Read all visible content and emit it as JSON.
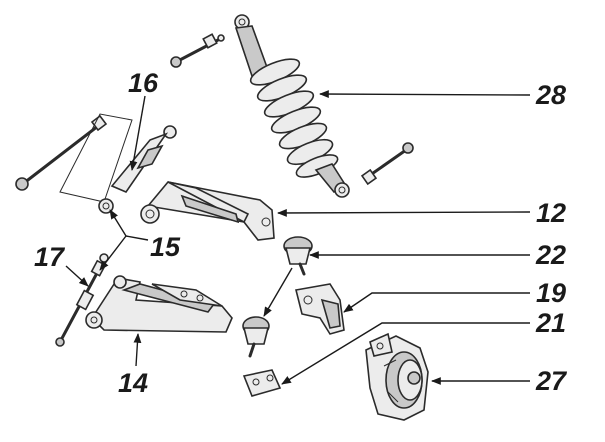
{
  "callouts": {
    "c16": "16",
    "c28": "28",
    "c12": "12",
    "c15": "15",
    "c17": "17",
    "c22": "22",
    "c19": "19",
    "c21": "21",
    "c27": "27",
    "c14": "14"
  },
  "colors": {
    "ink": "#1a1a1a",
    "part_fill": "#ececec",
    "part_shade": "#c9c9c9",
    "background": "#ffffff"
  }
}
